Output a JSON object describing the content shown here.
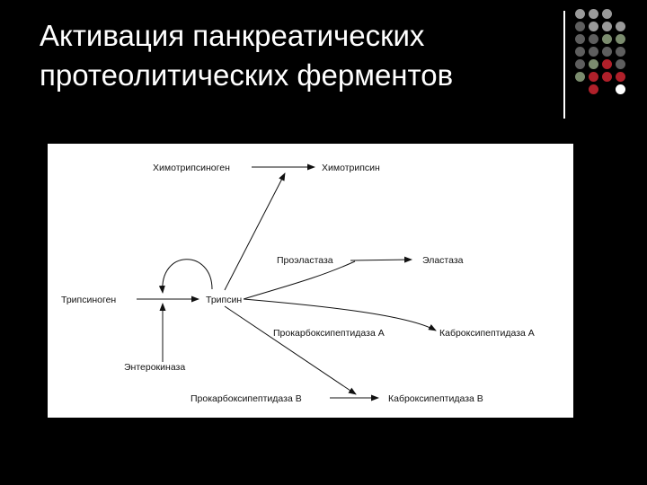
{
  "slide": {
    "title_line1": "Активация панкреатических",
    "title_line2": "протеолитических ферментов"
  },
  "decoration": {
    "dot_colors": [
      "#9a9a9a",
      "#5e5e5e",
      "#7b8c6e",
      "#b0202a",
      "#ffffff"
    ]
  },
  "diagram": {
    "nodes": {
      "chymotrypsinogen": "Химотрипсиноген",
      "chymotrypsin": "Химотрипсин",
      "proelastase": "Проэластаза",
      "elastase": "Эластаза",
      "trypsinogen": "Трипсиноген",
      "trypsin": "Трипсин",
      "procarboxypeptidase_a": "Прокарбоксипептидаза А",
      "carboxypeptidase_a": "Каброксипептидаза А",
      "enterokinase": "Энтерокиназа",
      "procarboxypeptidase_b": "Прокарбоксипептидаза В",
      "carboxypeptidase_b": "Каброксипептидаза В"
    }
  }
}
